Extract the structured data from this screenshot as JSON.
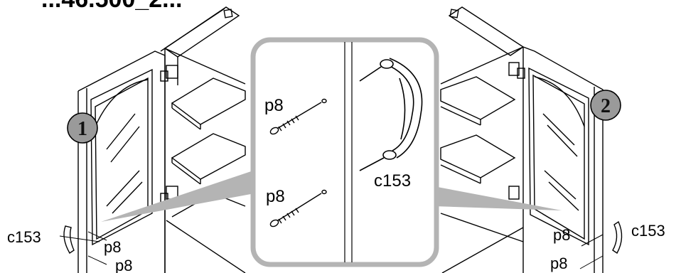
{
  "diagram": {
    "title_fragment": "...46.500_2...",
    "steps": [
      {
        "number": "1"
      },
      {
        "number": "2"
      }
    ],
    "labels": {
      "left_handle": "c153",
      "left_screw_top": "p8",
      "left_screw_bottom": "p8",
      "detail_screw_top": "p8",
      "detail_screw_bottom": "p8",
      "detail_handle": "c153",
      "right_screw_top": "p8",
      "right_handle": "c153",
      "right_screw_bottom": "p8"
    },
    "colors": {
      "line": "#000000",
      "callout_gray": "#b4b4b4",
      "step_circle": "#9a9a9a"
    }
  }
}
